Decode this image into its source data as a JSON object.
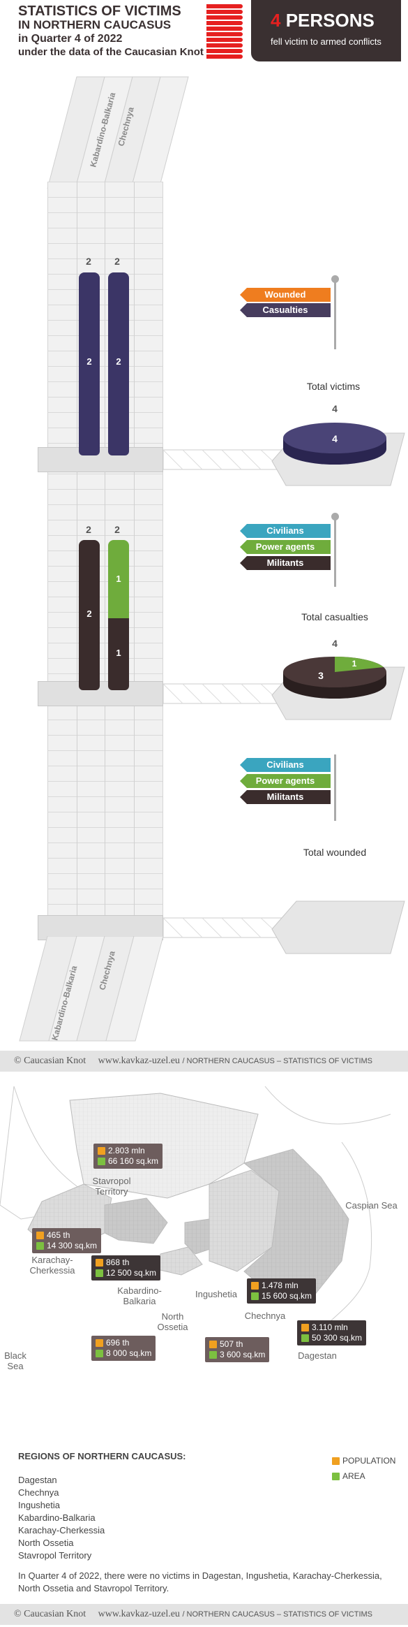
{
  "header": {
    "line1": "STATISTICS OF VICTIMS",
    "line2": "IN NORTHERN CAUCASUS",
    "line3": "in Quarter 4 of 2022",
    "line4": "under the data of the Caucasian Knot",
    "persons_num": "4",
    "persons_word": "PERSONS",
    "persons_sub": "fell victim to armed conflicts"
  },
  "regions_axis": [
    "Kabardino-Balkaria",
    "Chechnya"
  ],
  "colors": {
    "victims": "#3b3566",
    "militants": "#3a2c2c",
    "power_agents": "#6fac3c",
    "civilians": "#3aa5bf",
    "wounded": "#ef7d1f",
    "casualties": "#473d5e"
  },
  "chart_data": [
    {
      "type": "bar",
      "title": "Total victims",
      "categories": [
        "Kabardino-Balkaria",
        "Chechnya"
      ],
      "series": [
        {
          "name": "Casualties",
          "values": [
            2,
            2
          ]
        },
        {
          "name": "Wounded",
          "values": [
            0,
            0
          ]
        }
      ],
      "totals": [
        2,
        2
      ],
      "legend": [
        "Wounded",
        "Casualties"
      ],
      "total": 4
    },
    {
      "type": "bar",
      "title": "Total casualties",
      "categories": [
        "Kabardino-Balkaria",
        "Chechnya"
      ],
      "series": [
        {
          "name": "Civilians",
          "values": [
            0,
            0
          ]
        },
        {
          "name": "Power agents",
          "values": [
            0,
            1
          ]
        },
        {
          "name": "Militants",
          "values": [
            2,
            1
          ]
        }
      ],
      "totals": [
        2,
        2
      ],
      "legend": [
        "Civilians",
        "Power agents",
        "Militants"
      ],
      "total": 4,
      "pie": [
        {
          "name": "Militants",
          "value": 3
        },
        {
          "name": "Power agents",
          "value": 1
        }
      ]
    },
    {
      "type": "bar",
      "title": "Total wounded",
      "categories": [
        "Kabardino-Balkaria",
        "Chechnya"
      ],
      "series": [
        {
          "name": "Civilians",
          "values": [
            0,
            0
          ]
        },
        {
          "name": "Power agents",
          "values": [
            0,
            0
          ]
        },
        {
          "name": "Militants",
          "values": [
            0,
            0
          ]
        }
      ],
      "legend": [
        "Civilians",
        "Power agents",
        "Militants"
      ]
    }
  ],
  "footer": {
    "copyright": "© Caucasian Knot",
    "site": "www.kavkaz-uzel.eu",
    "tagline": "/ NORTHERN CAUCASUS – STATISTICS OF VICTIMS"
  },
  "map": {
    "labels": {
      "stavropol": "Stavropol Territory",
      "karachay": "Karachay-Cherkessia",
      "kabardino": "Kabardino-Balkaria",
      "ingushetia": "Ingushetia",
      "north_ossetia": "North Ossetia",
      "chechnya": "Chechnya",
      "dagestan": "Dagestan",
      "caspian": "Caspian Sea",
      "black_sea": "Black Sea"
    },
    "info": {
      "stavropol": {
        "pop": "2.803 mln",
        "area": "66 160 sq.km"
      },
      "karachay": {
        "pop": "465 th",
        "area": "14 300 sq.km"
      },
      "kabardino": {
        "pop": "868 th",
        "area": "12 500 sq.km"
      },
      "chechnya": {
        "pop": "1.478 mln",
        "area": "15 600 sq.km"
      },
      "dagestan": {
        "pop": "3.110 mln",
        "area": "50 300 sq.km"
      },
      "north_ossetia": {
        "pop": "696 th",
        "area": "8 000 sq.km"
      },
      "ingushetia": {
        "pop": "507 th",
        "area": "3 600 sq.km"
      }
    },
    "legend": {
      "population": "POPULATION",
      "area": "AREA"
    }
  },
  "regions": {
    "title": "REGIONS OF NORTHERN CAUCASUS:",
    "items": [
      "Dagestan",
      "Chechnya",
      "Ingushetia",
      "Kabardino-Balkaria",
      "Karachay-Cherkessia",
      "North Ossetia",
      "Stavropol Territory"
    ]
  },
  "note": "In Quarter 4 of 2022, there were no victims in Dagestan, Ingushetia, Karachay-Cherkessia, North Ossetia and Stavropol Territory."
}
